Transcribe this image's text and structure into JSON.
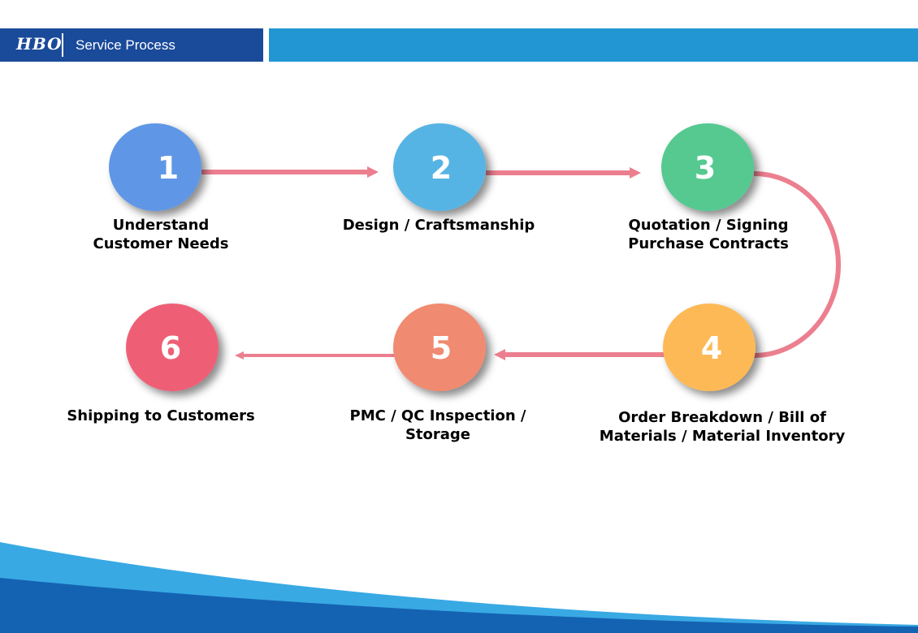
{
  "header": {
    "logo_text": "HBO",
    "title": "Service Process"
  },
  "colors": {
    "header_dark": "#1a4a9a",
    "header_light": "#2196d3",
    "connector": "#ec7f8f",
    "step1": "#5f97e6",
    "step2": "#56b4e4",
    "step3": "#56c991",
    "step4": "#fdb957",
    "step5": "#f08a70",
    "step6": "#ee5f76"
  },
  "steps": [
    {
      "number": "1",
      "lines": [
        "Understand",
        "Customer Needs"
      ]
    },
    {
      "number": "2",
      "lines": [
        "Design / Craftsmanship"
      ]
    },
    {
      "number": "3",
      "lines": [
        "Quotation / Signing",
        "Purchase Contracts"
      ]
    },
    {
      "number": "4",
      "lines": [
        "Order Breakdown / Bill of",
        "Materials / Material Inventory"
      ]
    },
    {
      "number": "5",
      "lines": [
        "PMC / QC Inspection /",
        "Storage"
      ]
    },
    {
      "number": "6",
      "lines": [
        "Shipping to Customers"
      ]
    }
  ]
}
